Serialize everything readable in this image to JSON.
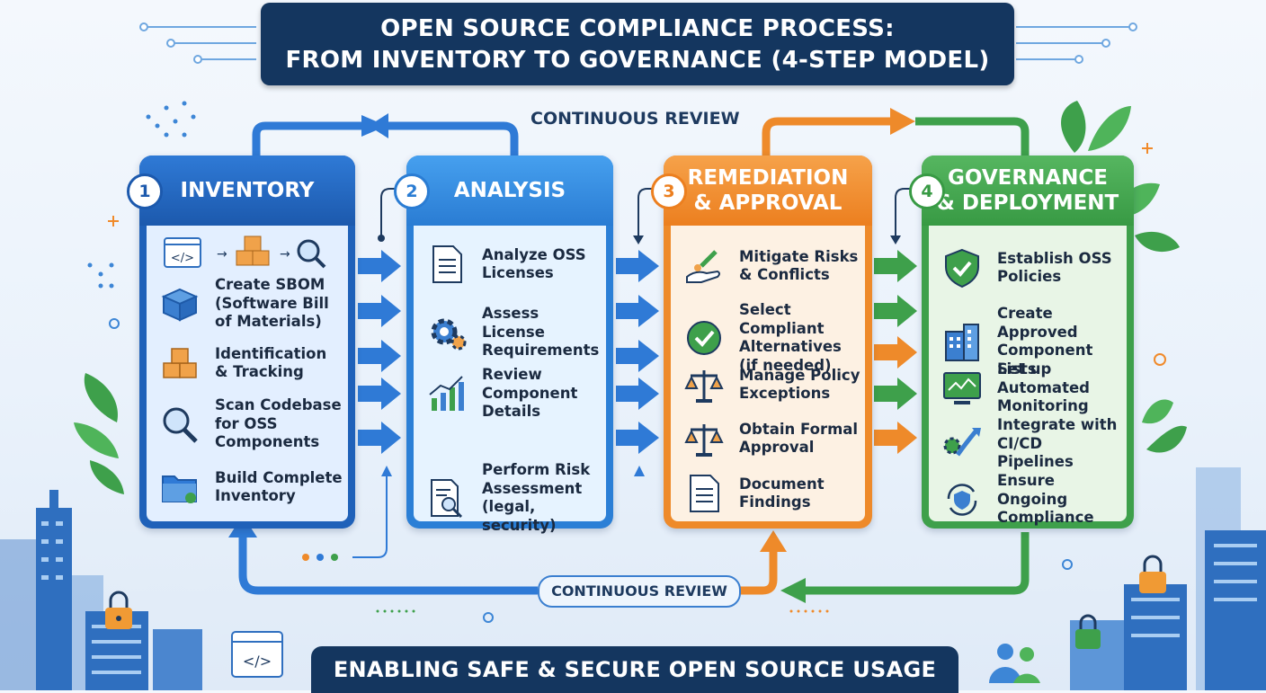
{
  "title": {
    "line1": "OPEN SOURCE COMPLIANCE PROCESS:",
    "line2": "FROM INVENTORY TO GOVERNANCE (4-STEP MODEL)"
  },
  "review_top": "CONTINUOUS REVIEW",
  "review_bottom": "CONTINUOUS REVIEW",
  "footer": "ENABLING SAFE & SECURE OPEN SOURCE USAGE",
  "colors": {
    "inventory": "#1f61b9",
    "analysis": "#2b7fd6",
    "remediation": "#ee8a2a",
    "governance": "#3ea04b",
    "banner": "#14365f"
  },
  "steps": [
    {
      "number": "1",
      "title": "INVENTORY",
      "title2": "",
      "items": [
        {
          "text": "Create SBOM (Software Bill of Materials)",
          "icon": "box-icon"
        },
        {
          "text": "Identification & Tracking",
          "icon": "boxes-icon"
        },
        {
          "text": "Scan Codebase for OSS Components",
          "icon": "magnifier-icon"
        },
        {
          "text": "Build Complete Inventory",
          "icon": "folder-icon"
        }
      ]
    },
    {
      "number": "2",
      "title": "ANALYSIS",
      "title2": "",
      "items": [
        {
          "text": "Analyze OSS Licenses",
          "icon": "document-icon"
        },
        {
          "text": "Assess License Requirements",
          "icon": "gear-icon"
        },
        {
          "text": "Review Component Details",
          "icon": "bar-chart-icon"
        },
        {
          "text": "Perform Risk Assessment (legal, security)",
          "icon": "document-search-icon"
        }
      ]
    },
    {
      "number": "3",
      "title": "REMEDIATION",
      "title2": "& APPROVAL",
      "items": [
        {
          "text": "Mitigate Risks & Conflicts",
          "icon": "hand-tool-icon"
        },
        {
          "text": "Select Compliant Alternatives (if needed)",
          "icon": "check-circle-icon"
        },
        {
          "text": "Manage Policy Exceptions",
          "icon": "scales-icon"
        },
        {
          "text": "Obtain Formal Approval",
          "icon": "scales-icon"
        },
        {
          "text": "Document Findings",
          "icon": "document-icon"
        }
      ]
    },
    {
      "number": "4",
      "title": "GOVERNANCE",
      "title2": "& DEPLOYMENT",
      "items": [
        {
          "text": "Establish OSS Policies",
          "icon": "shield-check-icon"
        },
        {
          "text": "Create Approved Component Lists",
          "icon": "building-icon"
        },
        {
          "text": "Set up Automated Monitoring",
          "icon": "monitor-icon"
        },
        {
          "text": "Integrate with CI/CD Pipelines",
          "icon": "pipeline-icon"
        },
        {
          "text": "Ensure Ongoing Compliance",
          "icon": "shield-cycle-icon"
        }
      ]
    }
  ]
}
